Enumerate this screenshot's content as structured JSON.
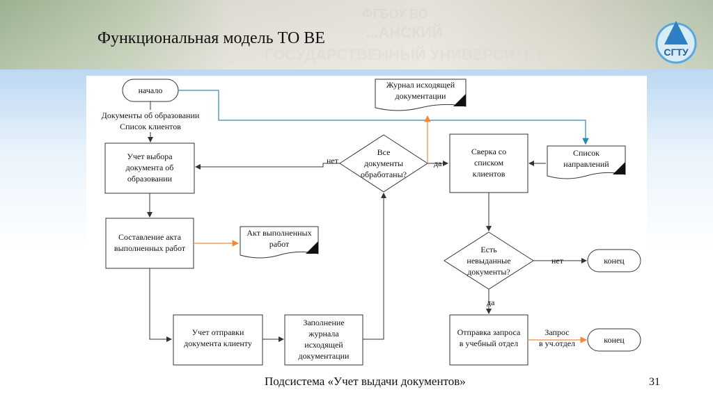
{
  "slide": {
    "title": "Функциональная модель ТО ВЕ",
    "footer": "Подсистема «Учет выдачи документов»",
    "page_number": "31",
    "logo_text": "СГТУ",
    "background_sign_text": [
      "ФГБОУ ВО",
      "...АНСКИЙ",
      "ГОСУДАРСТВЕННЫЙ УНИВЕРСИТЕТ"
    ]
  },
  "diagram": {
    "start": "начало",
    "inputs": [
      "Документы об образовании",
      "Список клиентов"
    ],
    "process_select": [
      "Учет выбора",
      "документа об",
      "образовании"
    ],
    "process_act": [
      "Составление акта",
      "выполненных работ"
    ],
    "doc_act": [
      "Акт выполненных",
      "работ"
    ],
    "process_send": [
      "Учет отправки",
      "документа клиенту"
    ],
    "process_journal": [
      "Заполнение",
      "журнала",
      "исходящей",
      "документации"
    ],
    "decision_all": [
      "Все",
      "документы",
      "обработаны?"
    ],
    "label_no_1": "нет",
    "label_yes_1": "да",
    "doc_journal": [
      "Журнал исходящей",
      "документации"
    ],
    "process_check": [
      "Сверка со",
      "списком",
      "клиентов"
    ],
    "doc_list": [
      "Список",
      "направлений"
    ],
    "decision_undelivered": [
      "Есть",
      "невыданные",
      "документы?"
    ],
    "label_no_2": "нет",
    "end_1": "конец",
    "label_yes_2": "да",
    "process_request": [
      "Отправка запроса",
      "в учебный отдел"
    ],
    "label_request": [
      "Запрос",
      "в уч.отдел"
    ],
    "end_2": "конец",
    "colors": {
      "line": "#333333",
      "blue_line": "#2e86b8",
      "orange_line": "#f08a3c"
    }
  }
}
